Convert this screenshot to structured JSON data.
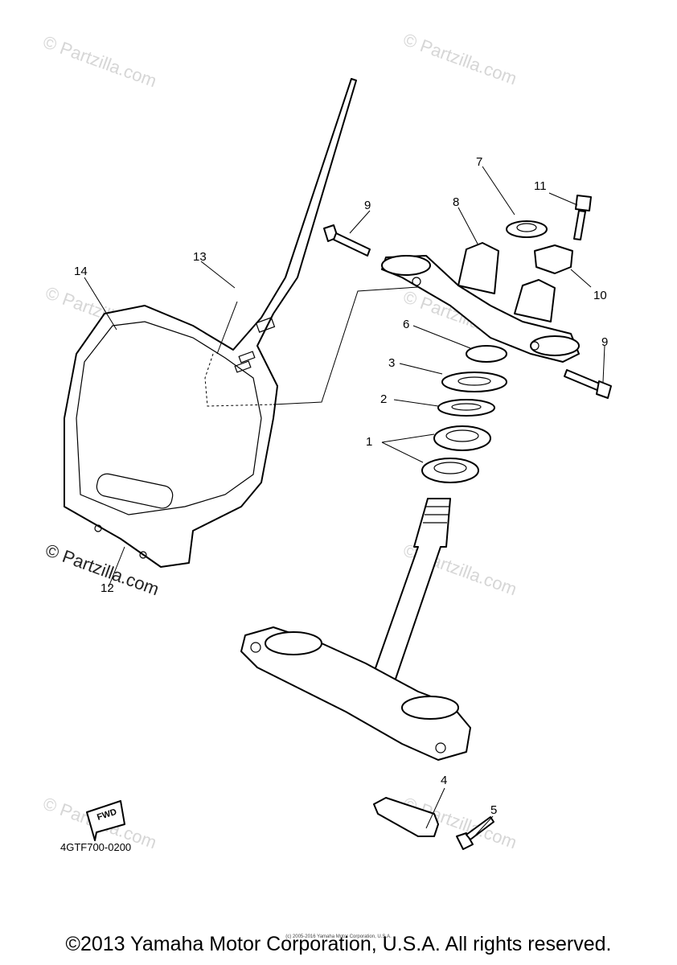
{
  "diagram": {
    "part_code": "4GTF700-0200",
    "fwd_label": "FWD",
    "callouts": [
      "1",
      "2",
      "3",
      "4",
      "5",
      "6",
      "7",
      "8",
      "9",
      "9",
      "10",
      "11",
      "12",
      "13",
      "14"
    ],
    "watermark": "© Partzilla.com",
    "watermark_dark": "© Partzilla.com"
  },
  "footer": {
    "copyright": "©2013 Yamaha Motor Corporation, U.S.A. All rights reserved.",
    "small_copyright": "(c) 2005-2016 Yamaha Motor Corporation, U.S.A."
  }
}
